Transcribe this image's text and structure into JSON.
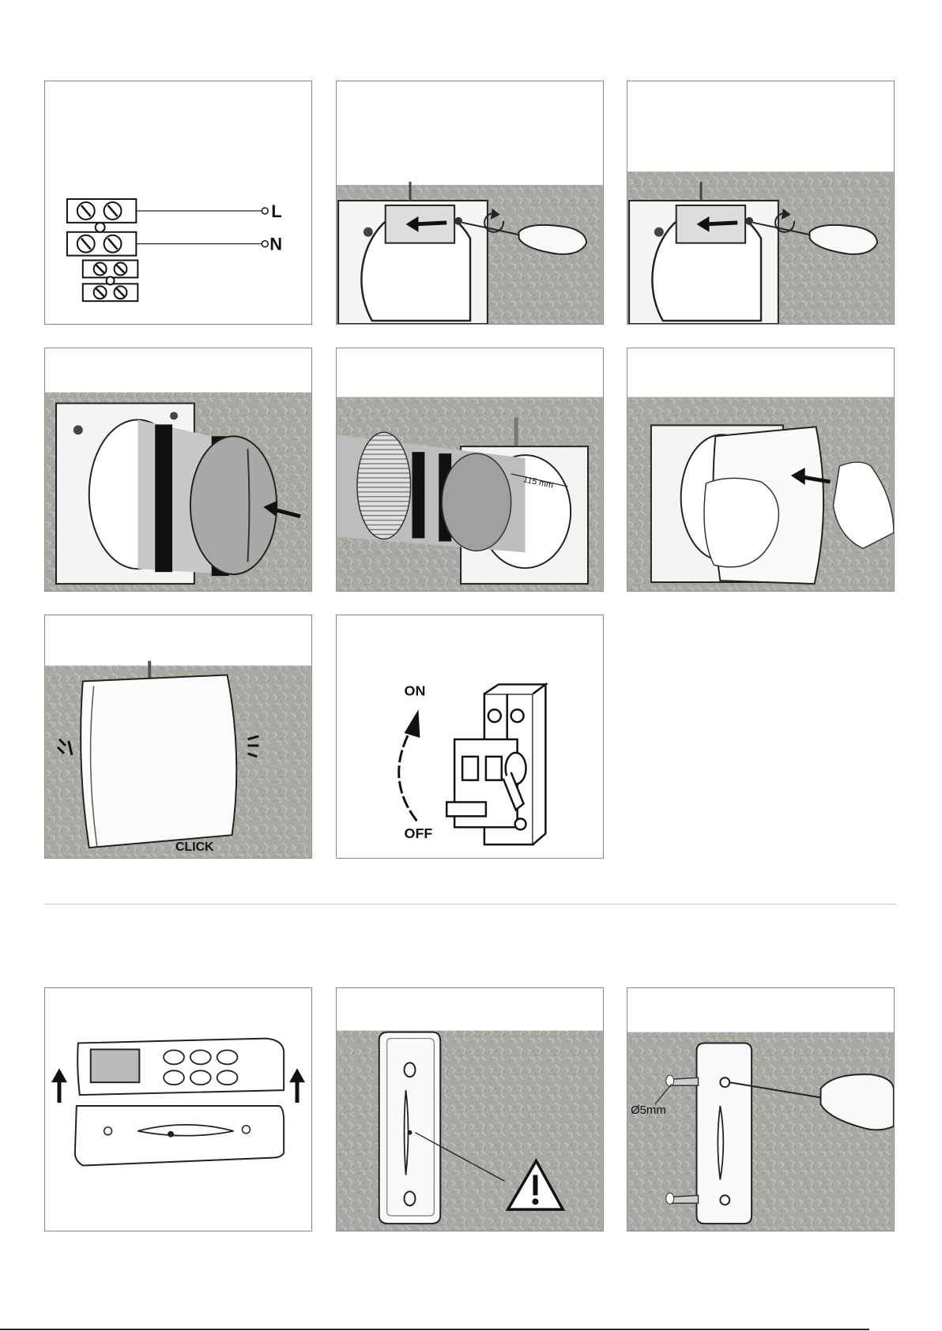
{
  "wiring": {
    "line_label": "L",
    "neutral_label": "N"
  },
  "duct": {
    "depth_label": "115 mm"
  },
  "cover": {
    "click_label": "CLICK"
  },
  "breaker": {
    "on_label": "ON",
    "off_label": "OFF"
  },
  "mounting": {
    "drill_label": "Ø5mm"
  }
}
